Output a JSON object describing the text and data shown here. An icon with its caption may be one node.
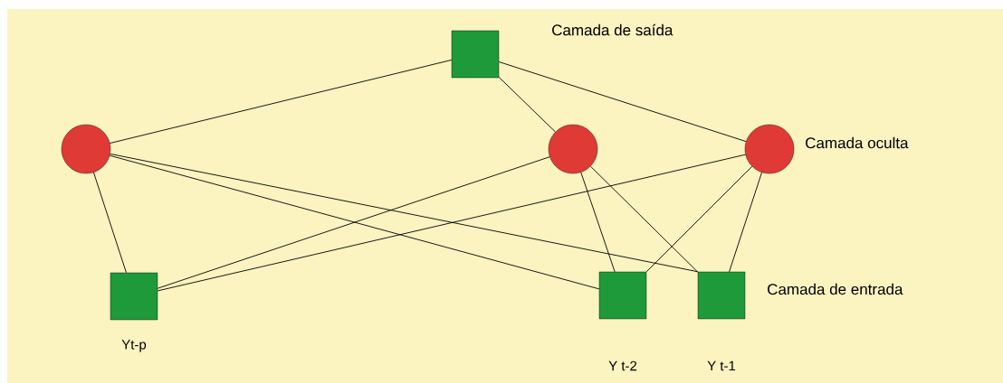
{
  "diagram": {
    "nodes": [
      {
        "text": [],
        "shape": "box"
      },
      {
        "text": [],
        "shape": "circle"
      },
      {
        "text": [],
        "shape": "circle"
      },
      {
        "text": [],
        "shape": "circle"
      },
      {
        "text": [],
        "shape": "box",
        "beside": [
          "Yt-p"
        ]
      },
      {
        "text": [],
        "shape": "box",
        "beside": [
          "Y t-2"
        ]
      },
      {
        "text": [],
        "shape": "box",
        "beside": [
          "Y t-1"
        ]
      }
    ],
    "edges": [
      {
        "from": 0,
        "to": 1,
        "arrow": "none"
      },
      {
        "from": 0,
        "to": 2,
        "arrow": "none"
      },
      {
        "from": 0,
        "to": 3,
        "arrow": "none"
      },
      {
        "from": 1,
        "to": 4,
        "arrow": "none"
      },
      {
        "from": 1,
        "to": 5,
        "arrow": "none"
      },
      {
        "from": 1,
        "to": 6,
        "arrow": "none"
      },
      {
        "from": 2,
        "to": 4,
        "arrow": "none"
      },
      {
        "from": 2,
        "to": 5,
        "arrow": "none"
      },
      {
        "from": 2,
        "to": 6,
        "arrow": "none"
      },
      {
        "from": 3,
        "to": 4,
        "arrow": "none"
      },
      {
        "from": 3,
        "to": 5,
        "arrow": "none"
      },
      {
        "from": 3,
        "to": 6,
        "arrow": "none"
      }
    ],
    "labels": [
      "Camada de saída",
      "Camada oculta",
      "Camada de entrada"
    ]
  }
}
